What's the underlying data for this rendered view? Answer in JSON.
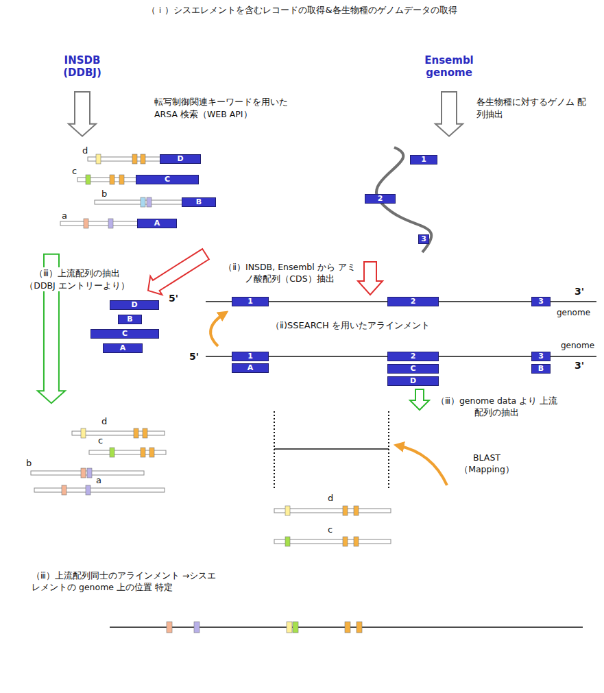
{
  "diagram": {
    "title": "（ｉ）シスエレメントを含むレコードの取得&各生物種のゲノムデータの取得",
    "nodes": [
      {
        "text": [
          "INSDB (DDBJ)"
        ]
      },
      {
        "text": [
          "Ensembl genome"
        ]
      },
      {
        "text": [
          "d",
          "c",
          "b",
          "a"
        ]
      },
      {
        "text": [
          "D"
        ],
        "in": 2
      },
      {
        "text": [
          "C"
        ],
        "in": 2
      },
      {
        "text": [
          "B"
        ],
        "in": 2
      },
      {
        "text": [
          "A"
        ],
        "in": 2
      },
      {
        "text": []
      },
      {
        "text": [
          "1"
        ],
        "in": 7
      },
      {
        "text": [
          "2"
        ],
        "in": 7
      },
      {
        "text": [
          "3"
        ],
        "in": 7
      },
      {
        "text": []
      },
      {
        "text": [
          "D"
        ],
        "in": 11
      },
      {
        "text": [
          "B"
        ],
        "in": 11
      },
      {
        "text": [
          "C"
        ],
        "in": 11
      },
      {
        "text": [
          "A"
        ],
        "in": 11
      },
      {
        "text": [
          "1"
        ]
      },
      {
        "text": [
          "2"
        ]
      },
      {
        "text": [
          "3"
        ]
      },
      {
        "text": [
          "1"
        ]
      },
      {
        "text": [
          "A"
        ]
      },
      {
        "text": [
          "2"
        ]
      },
      {
        "text": [
          "C"
        ]
      },
      {
        "text": [
          "D"
        ]
      },
      {
        "text": [
          "3"
        ]
      },
      {
        "text": [
          "B"
        ]
      },
      {
        "text": [
          "d",
          "c",
          "b",
          "a"
        ]
      },
      {
        "text": [
          "（ⅲ）上流配列同士のアラインメント →シスエレメントの genome 上の位置 特定"
        ]
      }
    ],
    "edges": [
      {
        "from": 0,
        "to": 2,
        "arrow": "to",
        "label": "転写制御関連キーワードを用いた ARSA 検索（WEB API）"
      },
      {
        "from": 1,
        "to": 7,
        "arrow": "to",
        "label": "各生物種に対するゲノム 配列抽出"
      },
      {
        "from": 2,
        "to": 26,
        "arrow": "to",
        "label": "（ⅲ）上流配列の抽出 （DDBJ エントリーより）"
      },
      {
        "from": 2,
        "to": 11,
        "arrow": "to"
      }
    ],
    "labels": [
      "（ⅱ）INSDB, Ensembl から アミノ酸配列（CDS）抽出",
      "5'",
      "3'",
      "genome",
      "（ⅱ)SSEARCH を用いたアラインメント",
      "genome",
      "5'",
      "3'",
      "（ⅲ）genome data より 上流配列の抽出",
      "BLAST （Mapping）",
      "d",
      "c"
    ]
  }
}
